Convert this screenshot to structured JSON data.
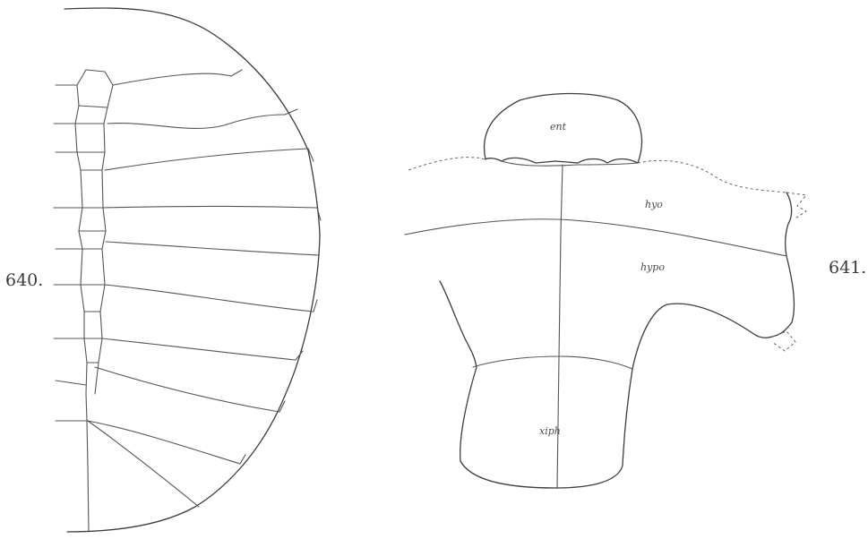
{
  "figures": [
    {
      "number": "640."
    },
    {
      "number": "641.",
      "labels": {
        "ent": "ent",
        "hyo": "hyo",
        "hypo": "hypo",
        "xiph": "xiph"
      }
    }
  ]
}
